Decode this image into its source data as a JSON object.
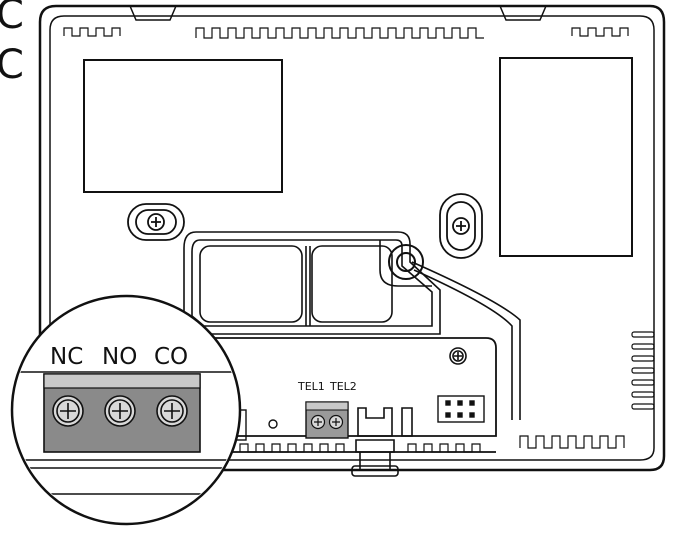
{
  "edge_letters": [
    "C",
    "C"
  ],
  "labels": {
    "tel1": "TEL1",
    "tel2": "TEL2"
  },
  "callout": {
    "terminals": [
      "NC",
      "NO",
      "CO"
    ]
  },
  "colors": {
    "line": "#111111",
    "terminal_block_dark": "#8a8a8a",
    "terminal_block_light": "#c9c9c9",
    "background": "#ffffff"
  },
  "icons": [
    "screw-icon",
    "mounting-hole-icon",
    "pin-header-icon"
  ]
}
